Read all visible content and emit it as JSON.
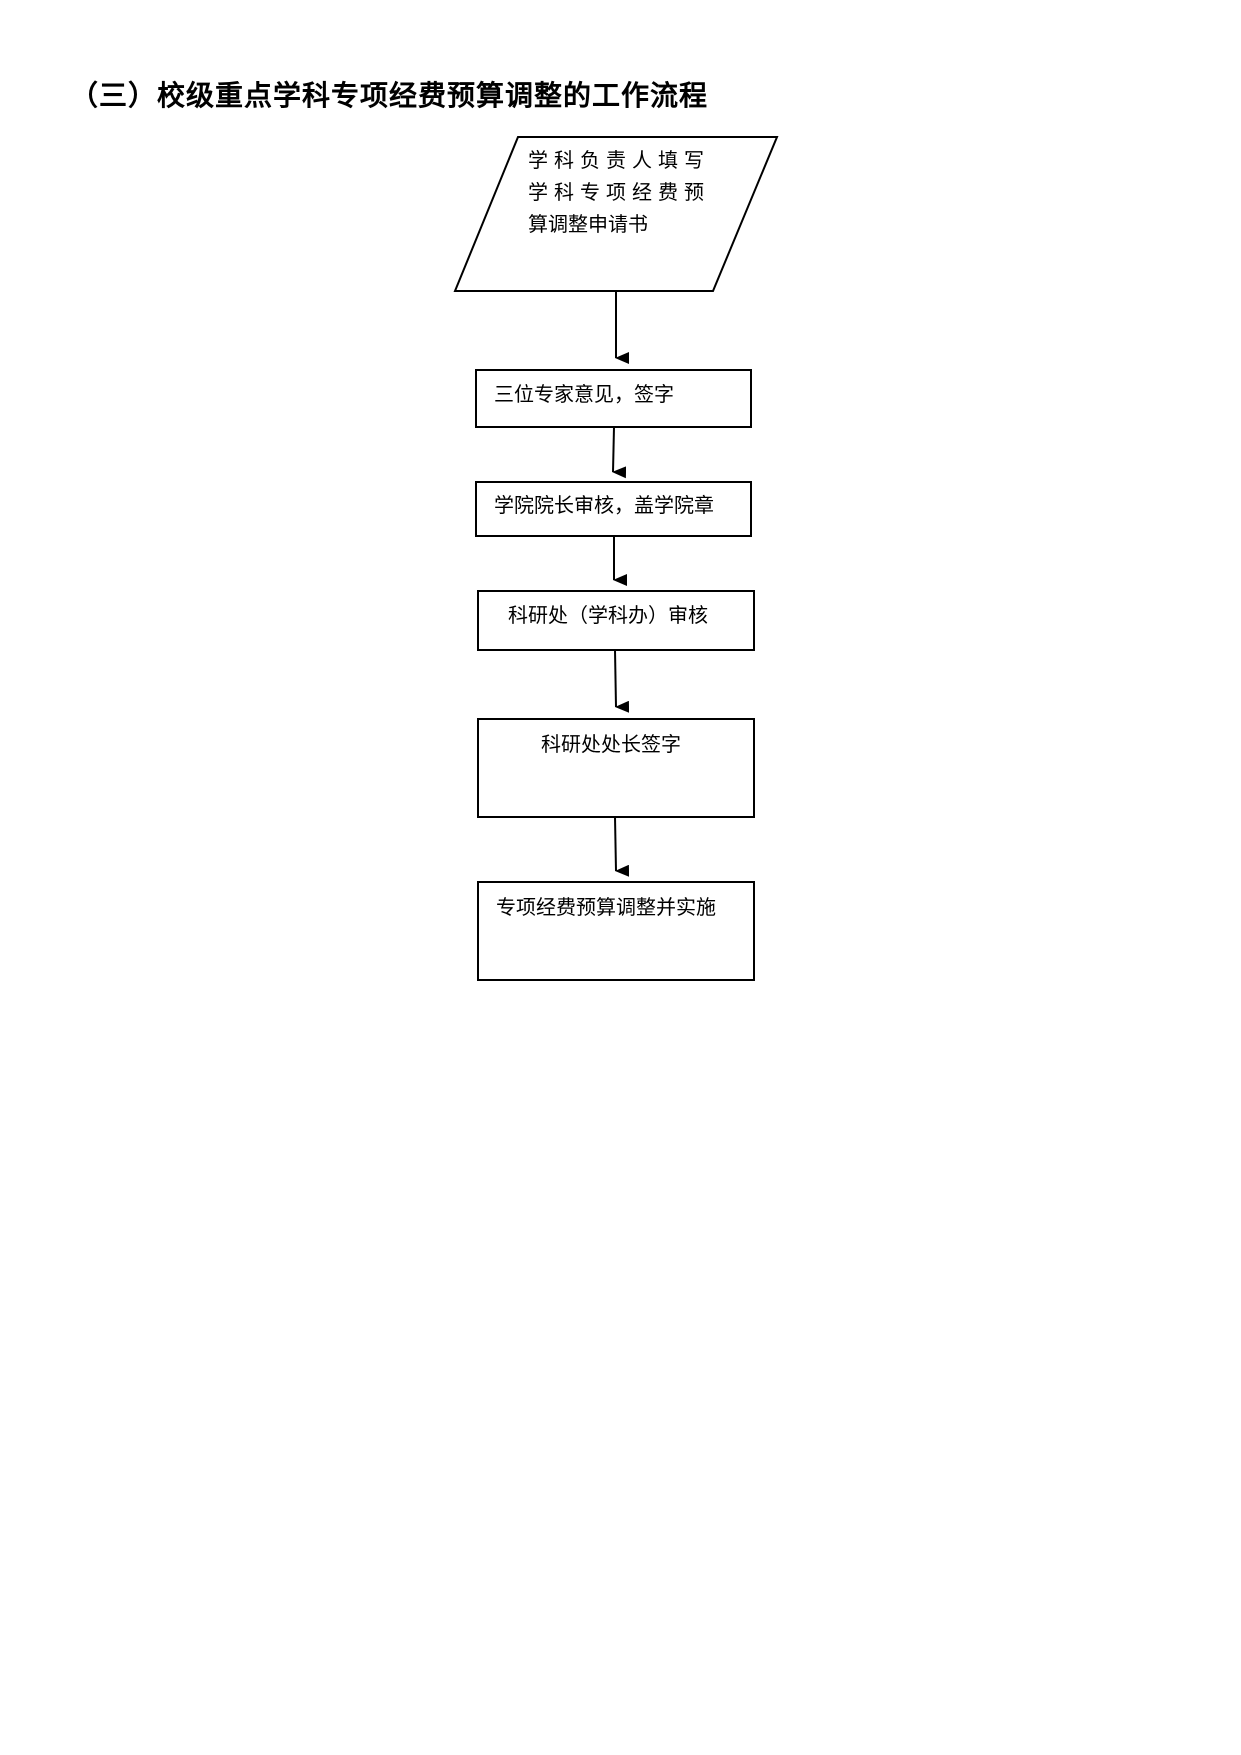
{
  "title": "（三）校级重点学科专项经费预算调整的工作流程",
  "flow": {
    "start": {
      "lines": [
        "学科负责人填写",
        "学科专项经费预",
        "算调整申请书"
      ]
    },
    "steps": [
      {
        "label": "三位专家意见，签字"
      },
      {
        "label": "学院院长审核，盖学院章"
      },
      {
        "label": "科研处（学科办）审核"
      },
      {
        "label": "科研处处长签字"
      },
      {
        "label": "专项经费预算调整并实施"
      }
    ]
  },
  "colors": {
    "stroke": "#000000",
    "background": "#ffffff"
  }
}
